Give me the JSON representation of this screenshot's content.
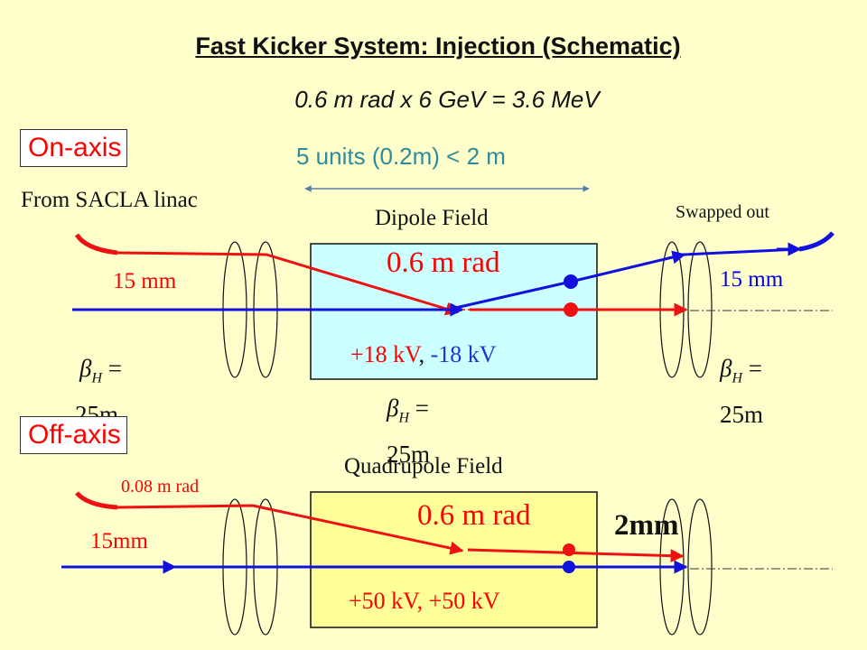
{
  "title": "Fast Kicker System: Injection (Schematic)",
  "subtitle": "0.6 m rad x 6 GeV = 3.6 MeV",
  "units_note": "5 units (0.2m)  <  2 m",
  "on_axis": {
    "label": "On-axis",
    "from_label": "From SACLA linac",
    "field_label": "Dipole Field",
    "swapped_label": "Swapped out",
    "kick_angle": "0.6 m rad",
    "offset_left": "15 mm",
    "offset_right": "15 mm",
    "voltage_pos": "+18 kV",
    "voltage_sep": ",",
    "voltage_neg": "-18 kV",
    "beta_left": {
      "symbol": "β",
      "sub": "H",
      "eq": " =",
      "value": "25m"
    },
    "beta_center": {
      "symbol": "β",
      "sub": "H",
      "eq": " =",
      "value": "25m"
    },
    "beta_right": {
      "symbol": "β",
      "sub": "H",
      "eq": " =",
      "value": "25m"
    }
  },
  "off_axis": {
    "label": "Off-axis",
    "field_label": "Quadrupole Field",
    "small_angle": "0.08 m rad",
    "kick_angle": "0.6 m rad",
    "offset_left": "15mm",
    "offset_right": "2mm",
    "voltage": "+50 kV, +50 kV"
  },
  "colors": {
    "background": "#ffffcc",
    "dipole_box": "#ccffff",
    "quad_box": "#ffff99",
    "red_beam": "#ee1111",
    "blue_beam": "#1111dd",
    "accent_label": "#ff0000",
    "units_text": "#2e8b9a"
  }
}
